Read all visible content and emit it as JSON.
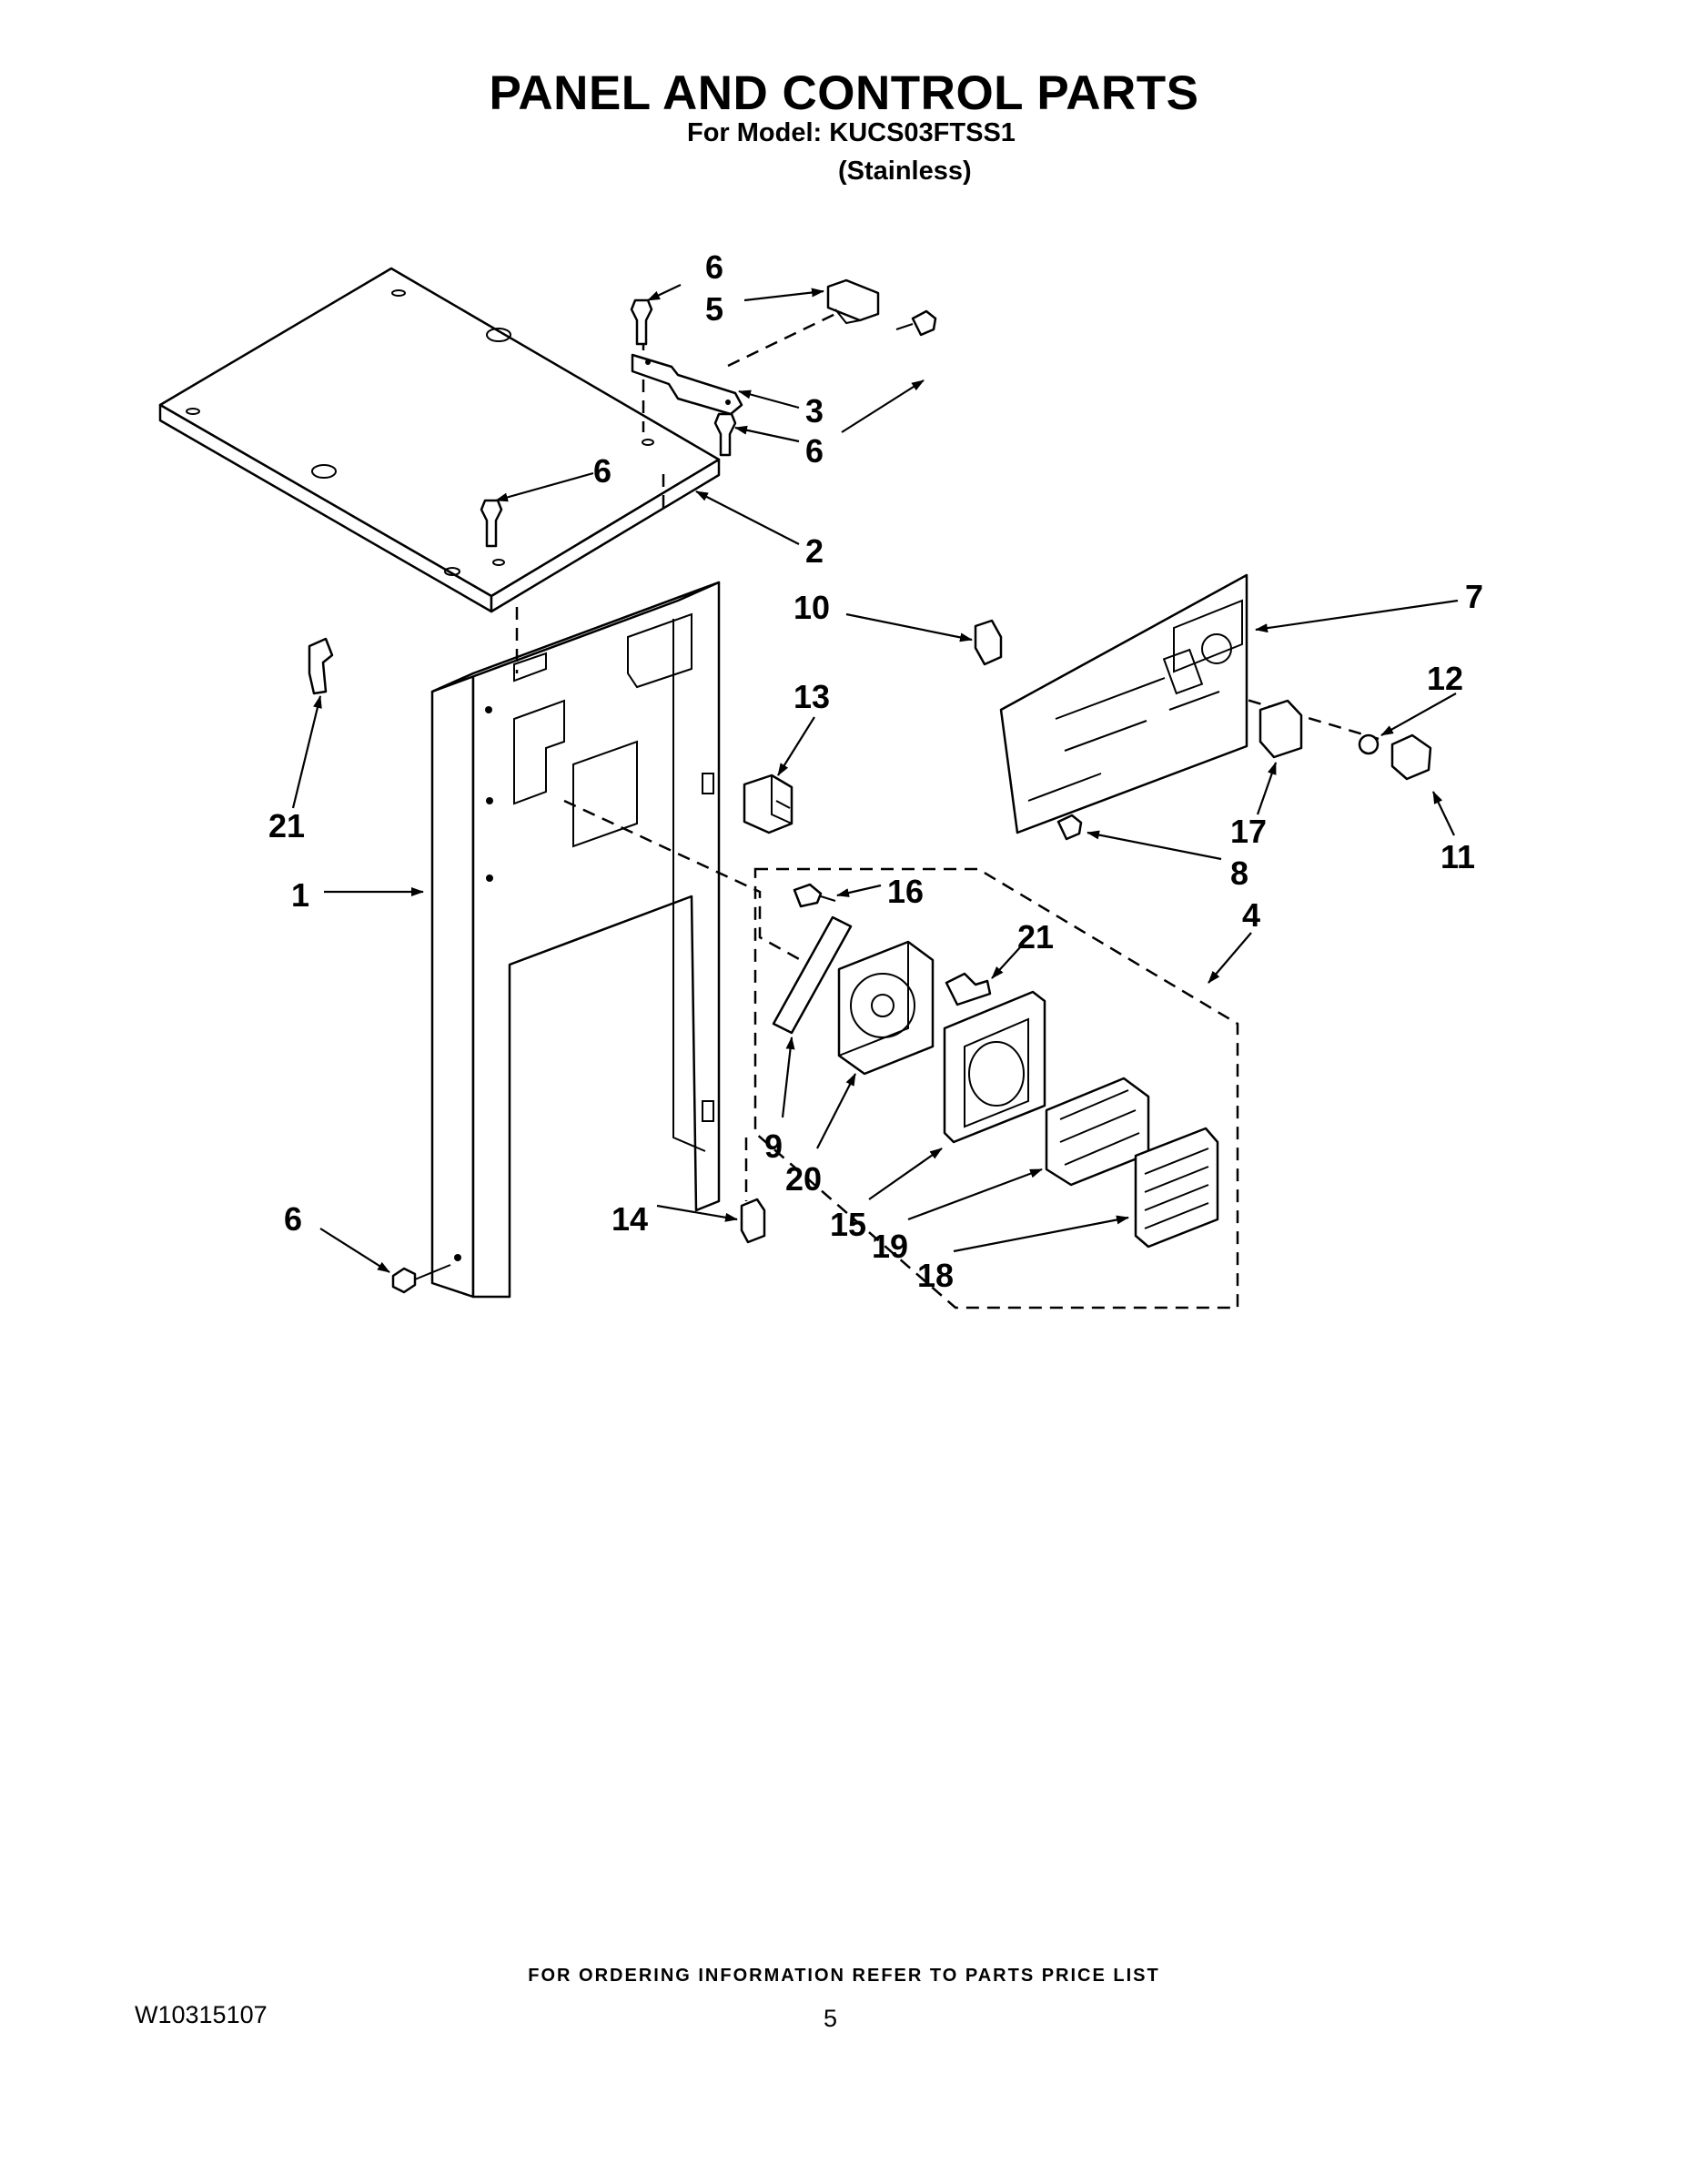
{
  "header": {
    "title": "PANEL AND CONTROL PARTS",
    "model_line": "For Model: KUCS03FTSS1",
    "variant_line": "(Stainless)"
  },
  "callouts": {
    "c1": "1",
    "c2": "2",
    "c3": "3",
    "c4": "4",
    "c5": "5",
    "c6a": "6",
    "c6b": "6",
    "c6c": "6",
    "c6d": "6",
    "c7": "7",
    "c8": "8",
    "c9": "9",
    "c10": "10",
    "c11": "11",
    "c12": "12",
    "c13": "13",
    "c14": "14",
    "c15": "15",
    "c16": "16",
    "c17": "17",
    "c18": "18",
    "c19": "19",
    "c20": "20",
    "c21a": "21",
    "c21b": "21"
  },
  "footer": {
    "ordering_note": "FOR ORDERING INFORMATION REFER TO PARTS PRICE LIST",
    "doc_number": "W10315107",
    "page_number": "5"
  }
}
